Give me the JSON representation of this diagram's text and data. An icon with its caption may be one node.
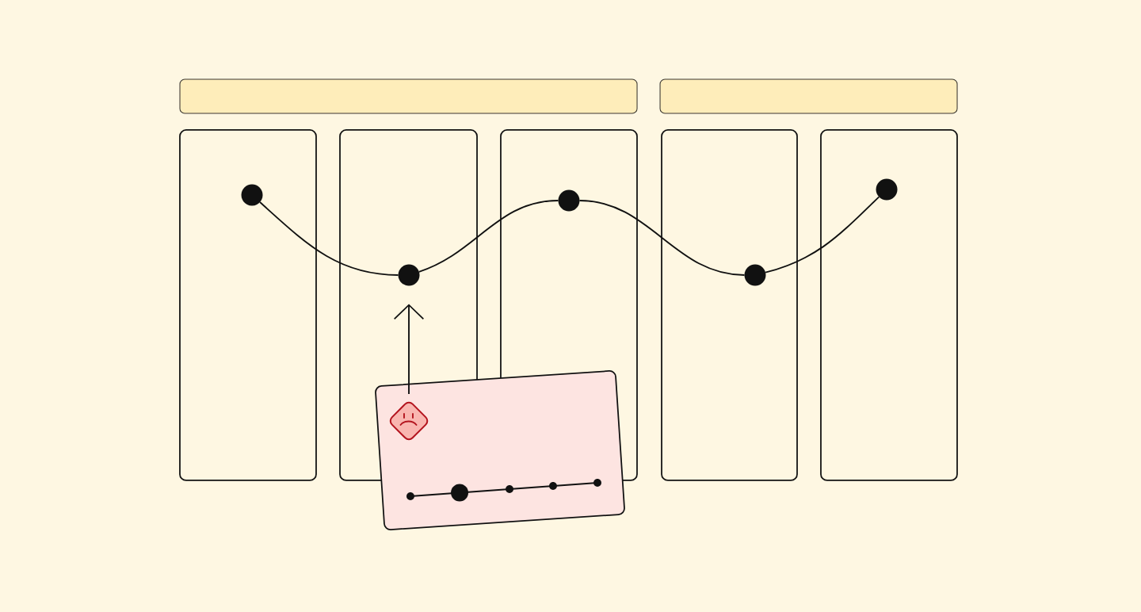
{
  "diagram": {
    "nodes": [
      {
        "text": [],
        "shape": "bar"
      },
      {
        "text": [],
        "shape": "bar"
      },
      {
        "text": [],
        "shape": "box"
      },
      {
        "text": [],
        "shape": "box"
      },
      {
        "text": [],
        "shape": "box"
      },
      {
        "text": [],
        "shape": "box"
      },
      {
        "text": [],
        "shape": "box"
      },
      {
        "text": [],
        "shape": "circle",
        "in": 2
      },
      {
        "text": [],
        "shape": "circle",
        "in": 3
      },
      {
        "text": [],
        "shape": "circle",
        "in": 4
      },
      {
        "text": [],
        "shape": "circle",
        "in": 5
      },
      {
        "text": [],
        "shape": "circle",
        "in": 6
      },
      {
        "text": [],
        "shape": "box"
      },
      {
        "text": [],
        "shape": "diamond"
      }
    ],
    "edges": [
      {
        "from": 7,
        "to": 8,
        "arrow": "none"
      },
      {
        "from": 8,
        "to": 9,
        "arrow": "none"
      },
      {
        "from": 9,
        "to": 10,
        "arrow": "none"
      },
      {
        "from": 10,
        "to": 11,
        "arrow": "none"
      },
      {
        "from": 13,
        "to": 8,
        "arrow": "to"
      }
    ]
  }
}
